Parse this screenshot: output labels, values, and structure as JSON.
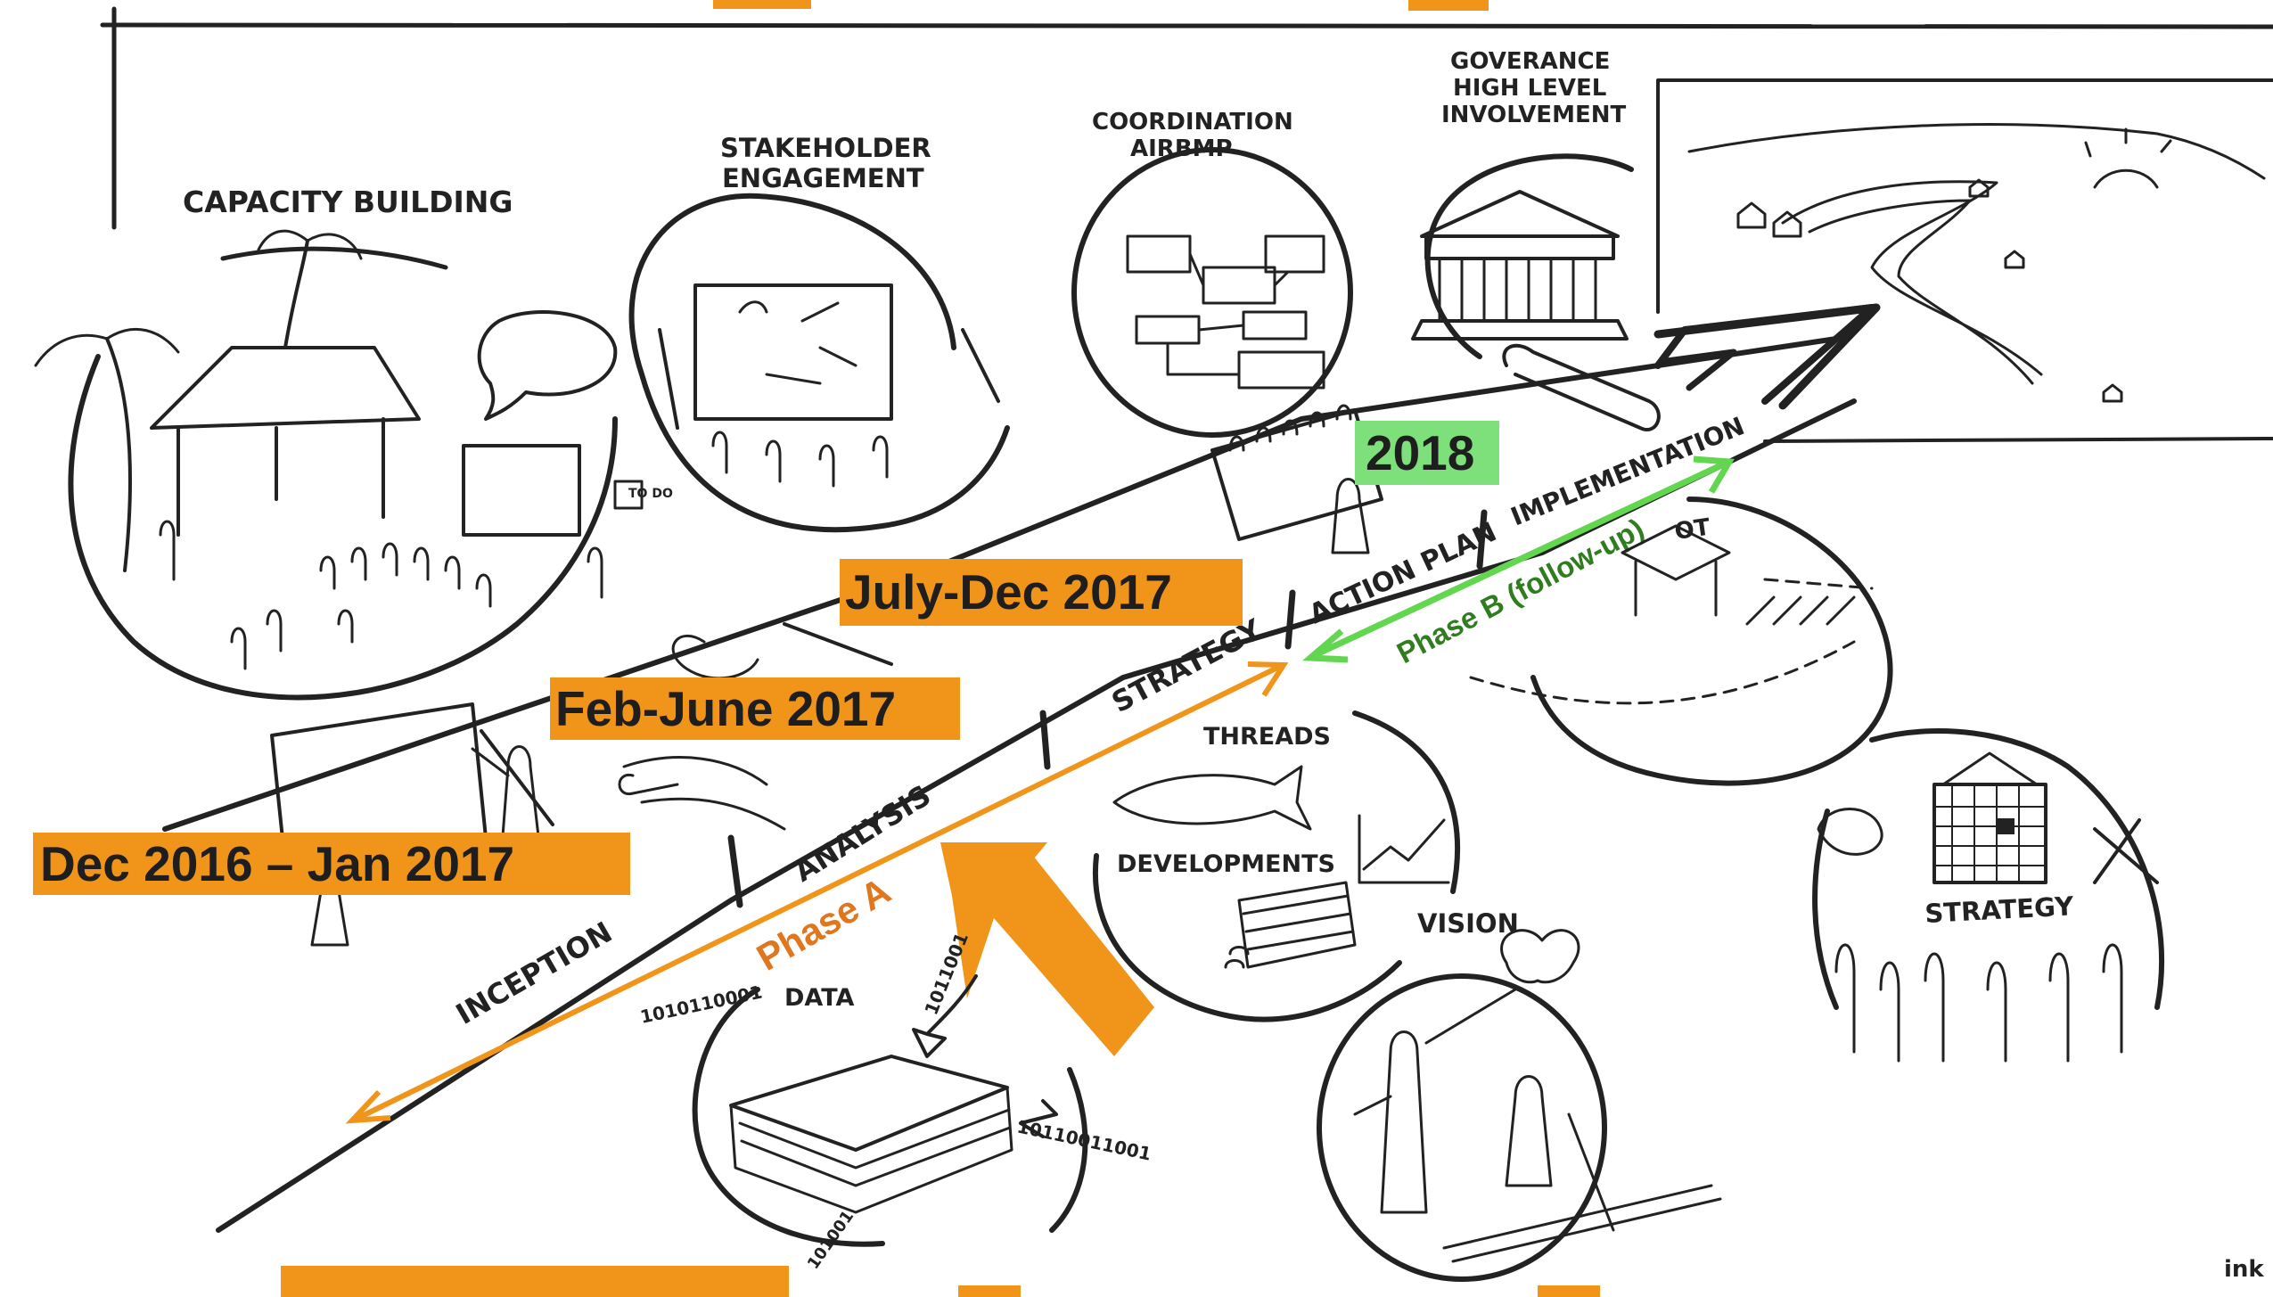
{
  "timeline": {
    "steps": {
      "inception": "INCEPTION",
      "analysis": "ANALYSIS",
      "strategy": "STRATEGY",
      "action_plan": "ACTION PLAN",
      "implementation": "IMPLEMENTATION"
    },
    "dates": {
      "dec2016": "Dec 2016 – Jan 2017",
      "feb2017": "Feb-June 2017",
      "jul2017": "July-Dec 2017",
      "y2018": "2018"
    },
    "phases": {
      "a": "Phase A",
      "b": "Phase B (follow-up)"
    }
  },
  "vignettes": {
    "capacity_building": "CAPACITY BUILDING",
    "stakeholder_1": "STAKEHOLDER",
    "stakeholder_2": "ENGAGEMENT",
    "coordination_1": "COORDINATION",
    "coordination_2": "AIRBMP",
    "governance_1": "GOVERANCE",
    "governance_2": "HIGH LEVEL",
    "governance_3": "INVOLVEMENT",
    "threads": "THREADS",
    "developments": "DEVELOPMENTS",
    "data": "DATA",
    "vision": "VISION",
    "strategy": "STRATEGY",
    "pilot_fragment": "OT",
    "sign": "TO DO",
    "binary_1": "1010110001",
    "binary_2": "1011001",
    "binary_3": "10110011001",
    "binary_4": "101001"
  },
  "logo": "ink",
  "colors": {
    "orange": "#f0951a",
    "phase_a": "#e0771e",
    "phase_b_green": "#62d64e",
    "phase_b_text": "#2f7d1f",
    "badge_green": "#7ee07a",
    "ink": "#222222"
  }
}
